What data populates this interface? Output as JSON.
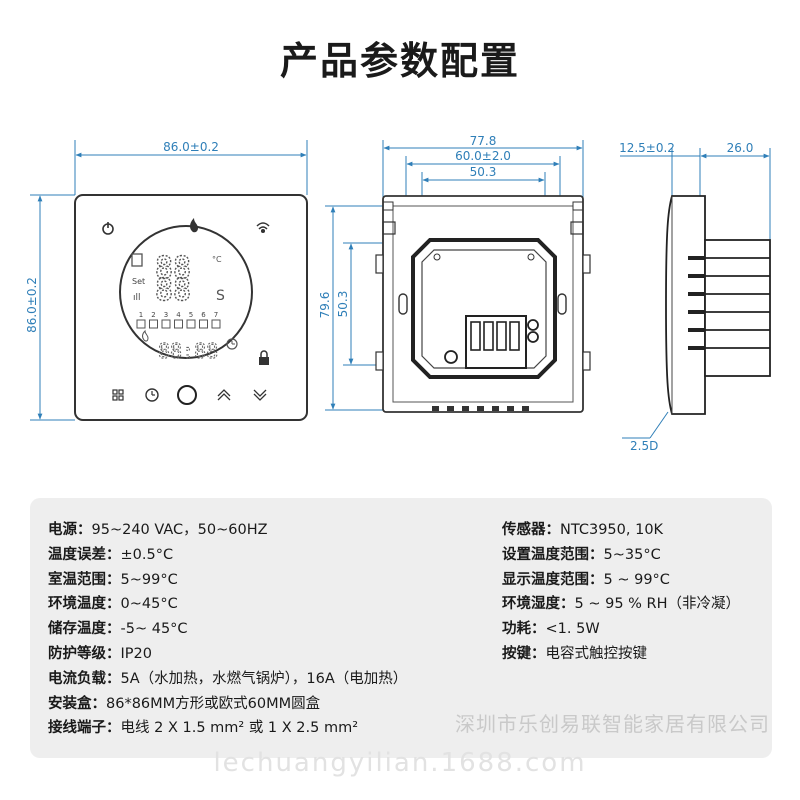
{
  "title": "产品参数配置",
  "dimensions": {
    "front_width": "86.0±0.2",
    "front_height": "86.0±0.2",
    "back_width_outer": "77.8",
    "back_width_mid": "60.0±2.0",
    "back_width_inner": "50.3",
    "back_height_outer": "79.6",
    "back_height_inner": "50.3",
    "side_front": "12.5±0.2",
    "side_depth": "26.0",
    "side_tip": "2.5D"
  },
  "lcd": {
    "temp_top": "88",
    "temp_bottom": "88",
    "set_label": "Set",
    "clock_digits": "88:88",
    "day_numbers": [
      "1",
      "2",
      "3",
      "4",
      "5",
      "6",
      "7"
    ]
  },
  "specs_left": [
    {
      "key": "电源：",
      "value": "95~240 VAC，50~60HZ"
    },
    {
      "key": "温度误差：",
      "value": "±0.5°C"
    },
    {
      "key": "室温范围：",
      "value": "5~99°C"
    },
    {
      "key": "环境温度：",
      "value": "0~45°C"
    },
    {
      "key": "储存温度：",
      "value": "-5~ 45°C"
    },
    {
      "key": "防护等级：",
      "value": "IP20"
    },
    {
      "key": "电流负载：",
      "value": "5A（水加热，水燃气锅炉），16A（电加热）"
    },
    {
      "key": "安装盒：",
      "value": "86*86MM方形或欧式60MM圆盒"
    },
    {
      "key": "接线端子：",
      "value": "电线 2 X 1.5 mm² 或 1 X 2.5 mm²"
    }
  ],
  "specs_right": [
    {
      "key": "传感器：",
      "value": "NTC3950, 10K"
    },
    {
      "key": "设置温度范围：",
      "value": "5~35°C"
    },
    {
      "key": "显示温度范围：",
      "value": "5 ~ 99°C"
    },
    {
      "key": "环境湿度：",
      "value": "5 ~ 95 % RH（非冷凝）"
    },
    {
      "key": "功耗：",
      "value": "<1. 5W"
    },
    {
      "key": "按键：",
      "value": "电容式触控按键"
    }
  ],
  "watermark_company": "深圳市乐创易联智能家居有限公司",
  "watermark_url": "lechuangyilian.1688.com",
  "colors": {
    "dimension": "#2f7fb8",
    "panel_border": "#333333",
    "spec_bg": "#eeeeee"
  }
}
